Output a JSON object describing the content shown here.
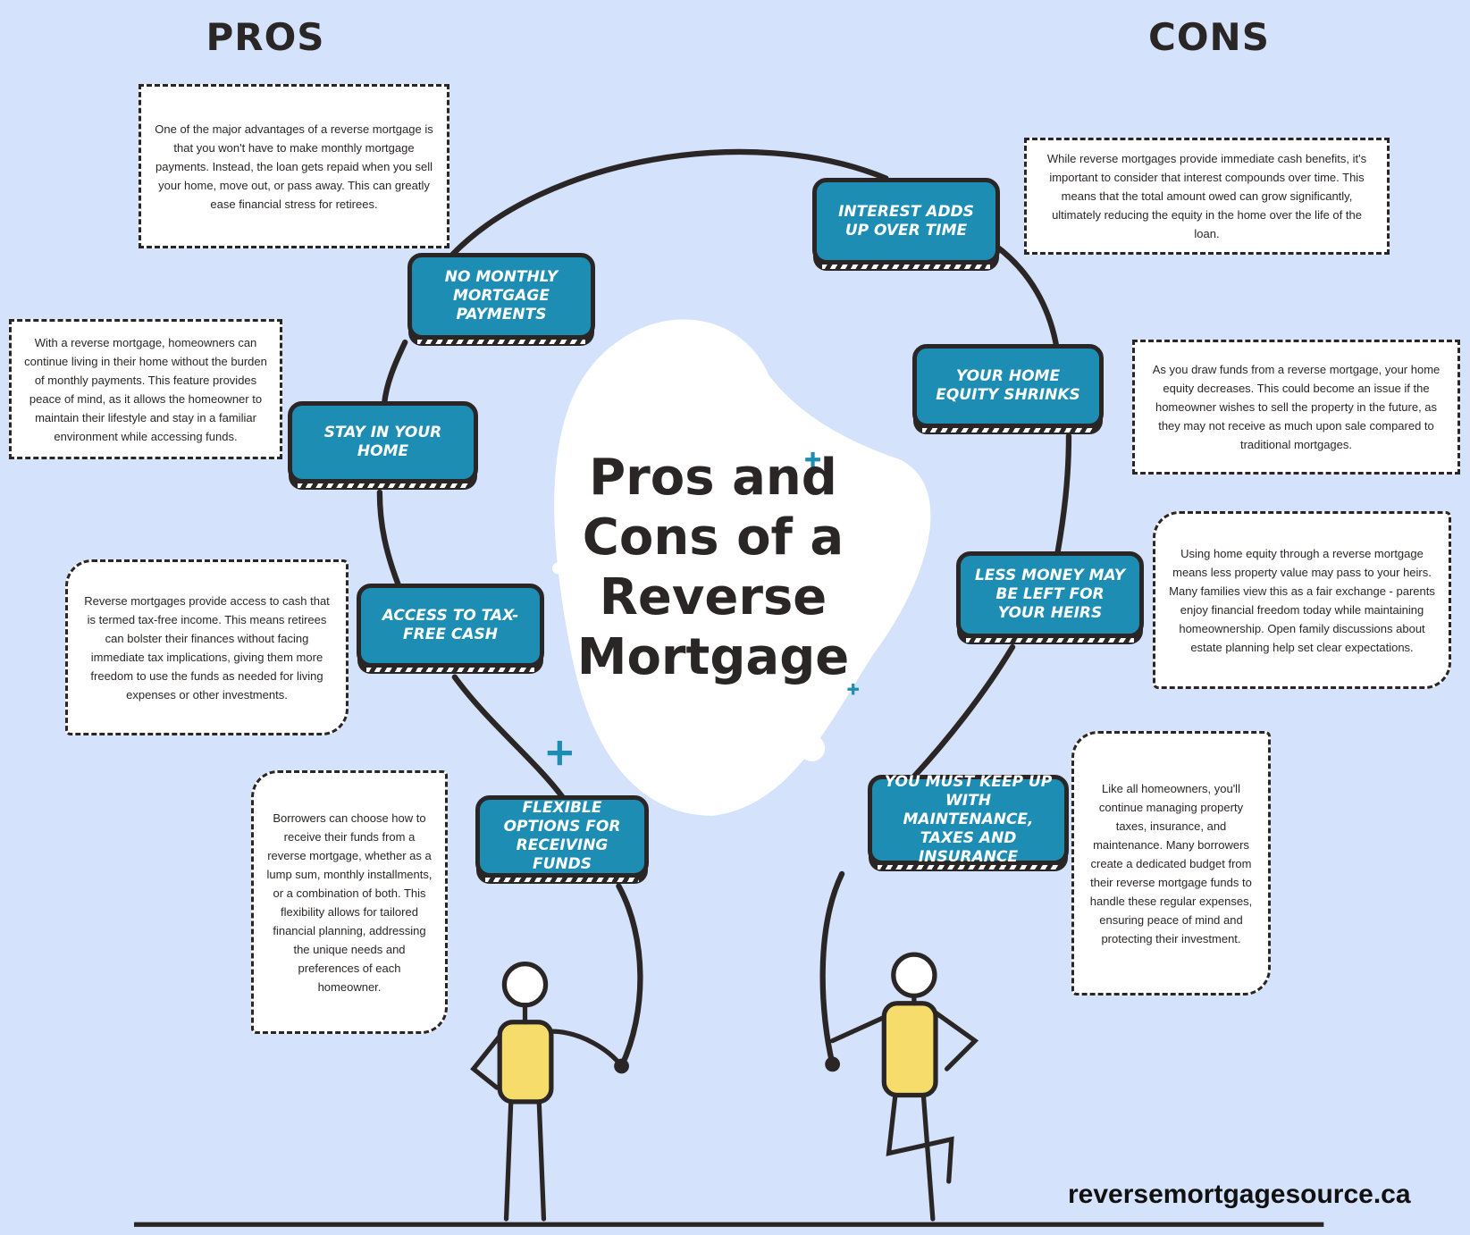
{
  "pros_heading": "PROS",
  "cons_heading": "CONS",
  "title": "Pros and Cons of a Reverse Mortgage",
  "website": "reversemortgagesource.ca",
  "colors": {
    "background": "#d5e2fb",
    "pill": "#1e8db4",
    "outline": "#2b2626",
    "figure_body": "#f6dc6a"
  },
  "pros": [
    {
      "label": "No monthly mortgage payments",
      "text": "One of the major advantages of a reverse mortgage is that you won't have to make monthly mortgage payments. Instead, the loan gets repaid when you sell your home, move out, or pass away. This can greatly ease financial stress for retirees."
    },
    {
      "label": "Stay in your home",
      "text": "With a reverse mortgage, homeowners can continue living in their home without the burden of monthly payments. This feature provides peace of mind, as it allows the homeowner to maintain their lifestyle and stay in a familiar environment while accessing funds."
    },
    {
      "label": "Access to tax-free cash",
      "text": "Reverse mortgages provide access to cash that is termed tax-free income. This means retirees can bolster their finances without facing immediate tax implications, giving them more freedom to use the funds as needed for living expenses or other investments."
    },
    {
      "label": "Flexible options for receiving funds",
      "text": "Borrowers can choose how to receive their funds from a reverse mortgage, whether as a lump sum, monthly installments, or a combination of both. This flexibility allows for tailored financial planning, addressing the unique needs and preferences of each homeowner."
    }
  ],
  "cons": [
    {
      "label": "Interest adds up over time",
      "text": "While reverse mortgages provide immediate cash benefits, it's important to consider that interest compounds over time. This means that the total amount owed can grow significantly, ultimately reducing the equity in the home over the life of the loan."
    },
    {
      "label": "Your home equity shrinks",
      "text": "As you draw funds from a reverse mortgage, your home equity decreases. This could become an issue if the homeowner wishes to sell the property in the future, as they may not receive as much upon sale compared to traditional mortgages."
    },
    {
      "label": "Less money may be left for your heirs",
      "text": "Using home equity through a reverse mortgage means less property value may pass to your heirs. Many families view this as a fair exchange - parents enjoy financial freedom today while maintaining homeownership. Open family discussions about estate planning help set clear expectations."
    },
    {
      "label": "You must keep up with maintenance, taxes and insurance",
      "text": "Like all homeowners, you'll continue managing property taxes, insurance, and maintenance. Many borrowers create a dedicated budget from their reverse mortgage funds to handle these regular expenses, ensuring peace of mind and protecting their investment."
    }
  ]
}
